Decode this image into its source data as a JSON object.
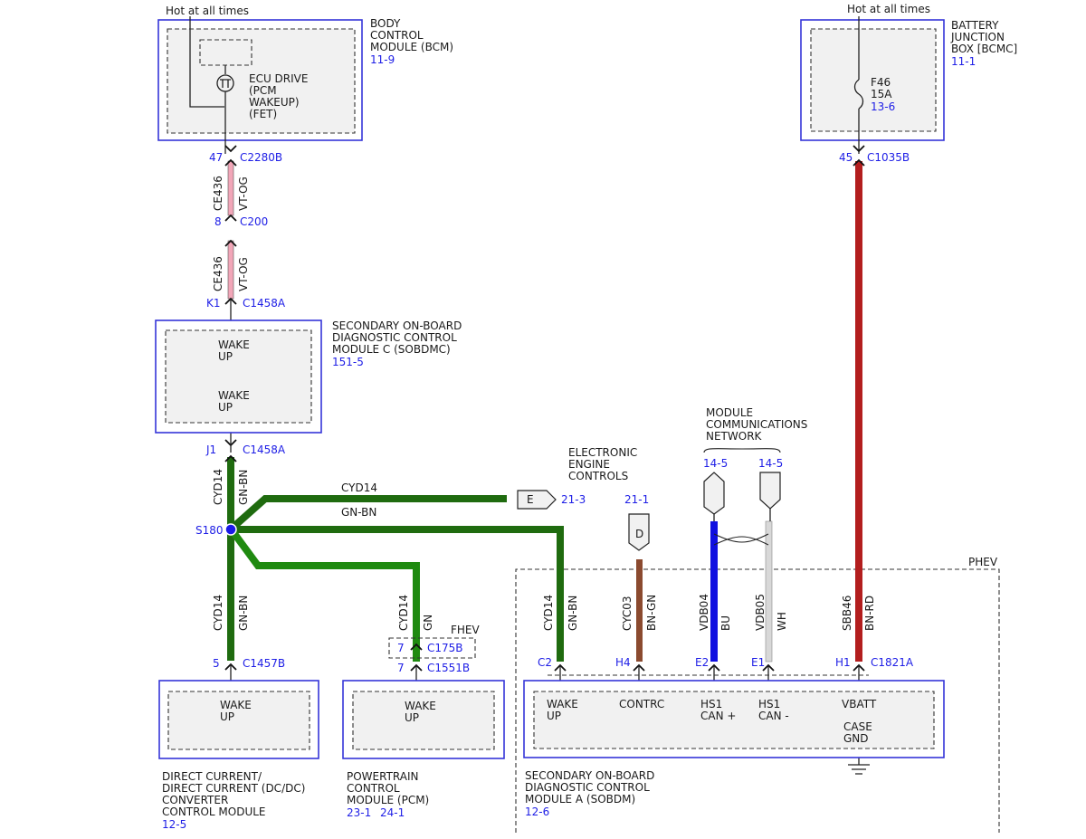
{
  "colors": {
    "vt_og": "#f2a6b8",
    "gn_bn": "#1f6b0f",
    "gn": "#1f8a10",
    "bn_gn": "#8b4a2f",
    "bu": "#1010e0",
    "wh": "#d8d8d8",
    "bn_rd": "#b31e1e",
    "module_border": "#3535d8",
    "ref_text": "#1e1ee6"
  },
  "hot_labels": {
    "left": "Hot at all times",
    "right": "Hot at all times"
  },
  "bcm": {
    "name": [
      "BODY",
      "CONTROL",
      "MODULE (BCM)"
    ],
    "ref": "11-9",
    "ecu": [
      "ECU DRIVE",
      "(PCM",
      "WAKEUP)",
      "(FET)"
    ]
  },
  "bjb": {
    "name": [
      "BATTERY",
      "JUNCTION",
      "BOX [BCMC]"
    ],
    "ref": "11-1",
    "fuse": [
      "F46",
      "15A"
    ],
    "fuse_ref": "13-6"
  },
  "pins": {
    "p47": "47",
    "c2280b": "C2280B",
    "p8": "8",
    "c200": "C200",
    "pk1": "K1",
    "c1458a_1": "C1458A",
    "pj1": "J1",
    "c1458a_2": "C1458A",
    "p45": "45",
    "c1035b": "C1035B",
    "p5": "5",
    "c1457b": "C1457B",
    "p7a": "7",
    "c175b": "C175B",
    "p7b": "7",
    "c1551b": "C1551B",
    "pc2": "C2",
    "ph4": "H4",
    "pe2": "E2",
    "pe1": "E1",
    "ph1": "H1",
    "c1821a": "C1821A"
  },
  "wires": {
    "ce436": "CE436",
    "vt_og": "VT-OG",
    "cyd14": "CYD14",
    "gn_bn": "GN-BN",
    "gn": "GN",
    "cyc03": "CYC03",
    "bn_gn": "BN-GN",
    "vdb04": "VDB04",
    "bu": "BU",
    "vdb05": "VDB05",
    "wh": "WH",
    "sbb46": "SBB46",
    "bn_rd": "BN-RD"
  },
  "sobdmc": {
    "name": [
      "SECONDARY ON-BOARD",
      "DIAGNOSTIC CONTROL",
      "MODULE C (SOBDMC)"
    ],
    "ref": "151-5",
    "pin1": [
      "WAKE",
      "UP"
    ],
    "pin2": [
      "WAKE",
      "UP"
    ]
  },
  "splice": "S180",
  "eec": {
    "title": [
      "ELECTRONIC",
      "ENGINE",
      "CONTROLS"
    ],
    "letter": "E",
    "ref": "21-3"
  },
  "d_conn": {
    "letter": "D",
    "ref": "21-1"
  },
  "mcn": {
    "title": [
      "MODULE",
      "COMMUNICATIONS",
      "NETWORK"
    ],
    "ref1": "14-5",
    "ref2": "14-5"
  },
  "phev": "PHEV",
  "fhev": "FHEV",
  "dcdc": {
    "pin": [
      "WAKE",
      "UP"
    ],
    "name": [
      "DIRECT CURRENT/",
      "DIRECT CURRENT (DC/DC)",
      "CONVERTER",
      "CONTROL MODULE"
    ],
    "ref": "12-5"
  },
  "pcm": {
    "pin": [
      "WAKE",
      "UP"
    ],
    "name": [
      "POWERTRAIN",
      "CONTROL",
      "MODULE (PCM)"
    ],
    "ref1": "23-1",
    "ref2": "24-1"
  },
  "sobdm": {
    "pins": {
      "wake": [
        "WAKE",
        "UP"
      ],
      "contrc": "CONTRC",
      "hs1p": [
        "HS1",
        "CAN +"
      ],
      "hs1m": [
        "HS1",
        "CAN -"
      ],
      "vbatt": "VBATT",
      "case": [
        "CASE",
        "GND"
      ]
    },
    "name": [
      "SECONDARY ON-BOARD",
      "DIAGNOSTIC CONTROL",
      "MODULE A (SOBDM)"
    ],
    "ref": "12-6"
  }
}
